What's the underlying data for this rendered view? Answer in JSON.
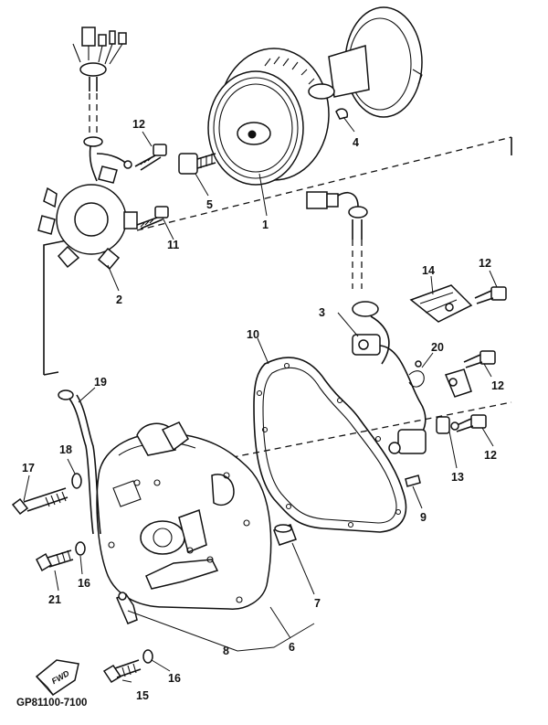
{
  "diagram": {
    "code": "GP81100-7100",
    "direction_badge": "FWD",
    "callouts": [
      "1",
      "2",
      "3",
      "4",
      "5",
      "6",
      "7",
      "8",
      "9",
      "10",
      "11",
      "12",
      "13",
      "14",
      "15",
      "16",
      "17",
      "18",
      "19",
      "20",
      "21"
    ]
  }
}
